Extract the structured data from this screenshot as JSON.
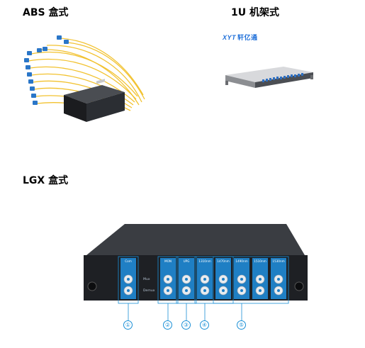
{
  "labels": {
    "abs": "ABS 盒式",
    "rack": "1U 机架式",
    "lgx": "LGX 盒式"
  },
  "rack_logo": {
    "latin": "XYT",
    "cn": "轩亿通"
  },
  "lgx_ports": [
    "Com",
    "MON",
    "UPG",
    "1310nm",
    "1470nm",
    "1490nm",
    "1510nm",
    "1530nm"
  ],
  "lgx_side_labels": {
    "top": "Mux",
    "bottom": "Demux"
  },
  "callouts": [
    "①",
    "②",
    "③",
    "④",
    "⑤"
  ],
  "colors": {
    "module_blue": "#1f7fc4",
    "callout_blue": "#1a8fd6",
    "fiber_yellow": "#f2c230",
    "chassis_dark": "#2b2e33"
  }
}
